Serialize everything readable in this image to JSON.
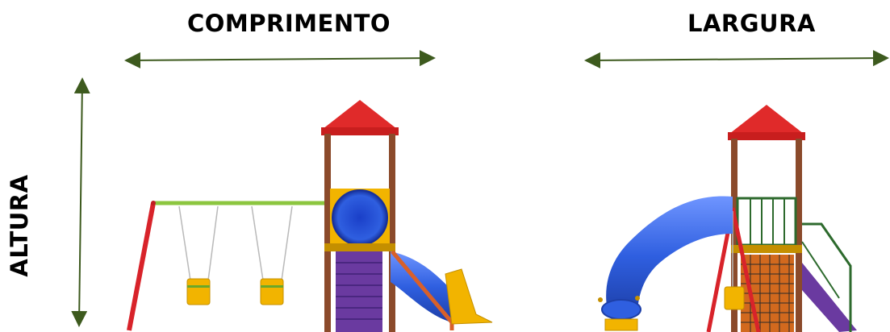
{
  "labels": {
    "length": "COMPRIMENTO",
    "width": "LARGURA",
    "height": "ALTURA"
  },
  "colors": {
    "arrow": "#3d5a1e",
    "roof": "#e02a2a",
    "post": "#8b4a2b",
    "panel_yellow": "#f2b400",
    "tube_blue": "#2f5fe0",
    "stairs_purple": "#6a3aa0",
    "swing_bar": "#8cc63f",
    "swing_frame": "#d8232a"
  }
}
